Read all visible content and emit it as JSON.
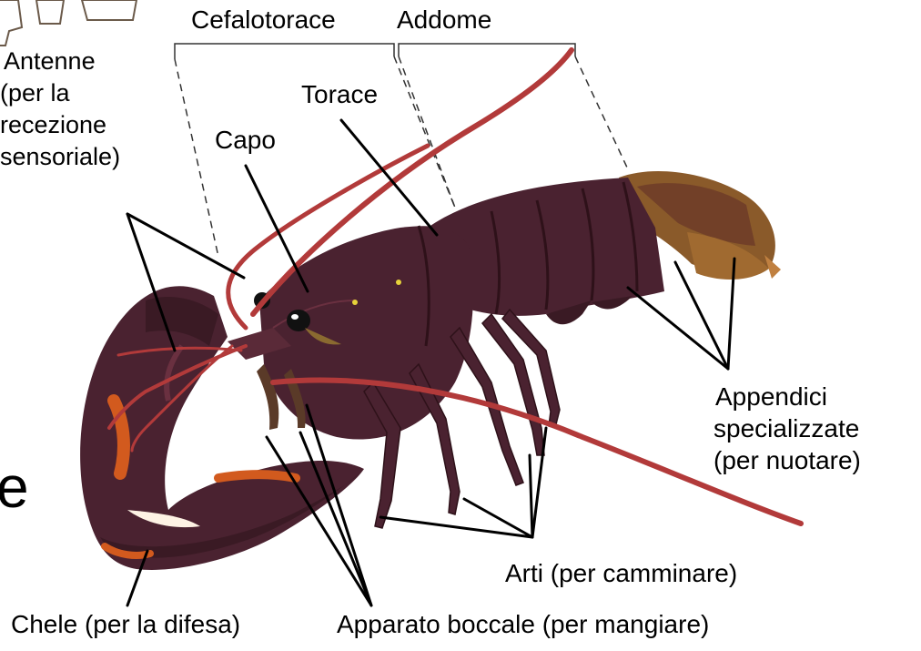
{
  "title_fragment": "",
  "regions": {
    "cephalothorax": "Cefalotorace",
    "abdomen": "Addome"
  },
  "labels": {
    "antennae": [
      "Antenne",
      "(per la",
      "recezione",
      "sensoriale)"
    ],
    "thorax": "Torace",
    "head": "Capo",
    "appendages": [
      "Appendici",
      "specializzate",
      "(per nuotare)"
    ],
    "legs": "Arti (per camminare)",
    "claws": "Chele (per la difesa)",
    "mouthparts": "Apparato boccale (per mangiare)",
    "edge_letter": "e"
  },
  "colors": {
    "body": "#4a2230",
    "body_dark": "#2e1119",
    "antenna": "#b23a3a",
    "tail_fan": "#8a5a2a",
    "claw_orange": "#d25a1e",
    "leader": "#000000",
    "bracket": "#333333"
  }
}
